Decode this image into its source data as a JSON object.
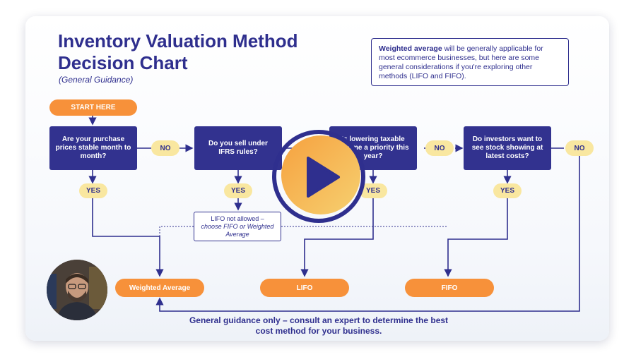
{
  "header": {
    "title": "Inventory Valuation Method Decision Chart",
    "subtitle": "(General Guidance)"
  },
  "note": {
    "bold": "Weighted average",
    "text": " will be generally applicable for most ecommerce businesses, but here are some general considerations if you're exploring other methods (LIFO and FIFO)."
  },
  "flow": {
    "start": "START HERE",
    "q1": "Are your purchase prices stable month to month?",
    "q2": "Do you sell under IFRS rules?",
    "q3": "Is lowering taxable income a priority this year?",
    "q4": "Do investors want to see stock showing at latest costs?",
    "no1": "NO",
    "no2": "NO",
    "no3": "NO",
    "no4": "NO",
    "yes1": "YES",
    "yes2": "YES",
    "yes3": "YES",
    "yes4": "YES",
    "lifo_note_a": "LIFO not allowed –",
    "lifo_note_b": "choose FIFO or Weighted Average",
    "outcome_weighted": "Weighted Average",
    "outcome_lifo": "LIFO",
    "outcome_fifo": "FIFO"
  },
  "footer": "General guidance only – consult an expert to determine the best cost method for your business.",
  "colors": {
    "navy": "#2f2f8e",
    "orange": "#f7913a",
    "yellow": "#f9e7a0"
  },
  "icons": {
    "play": "play-icon",
    "presenter": "presenter-avatar"
  }
}
